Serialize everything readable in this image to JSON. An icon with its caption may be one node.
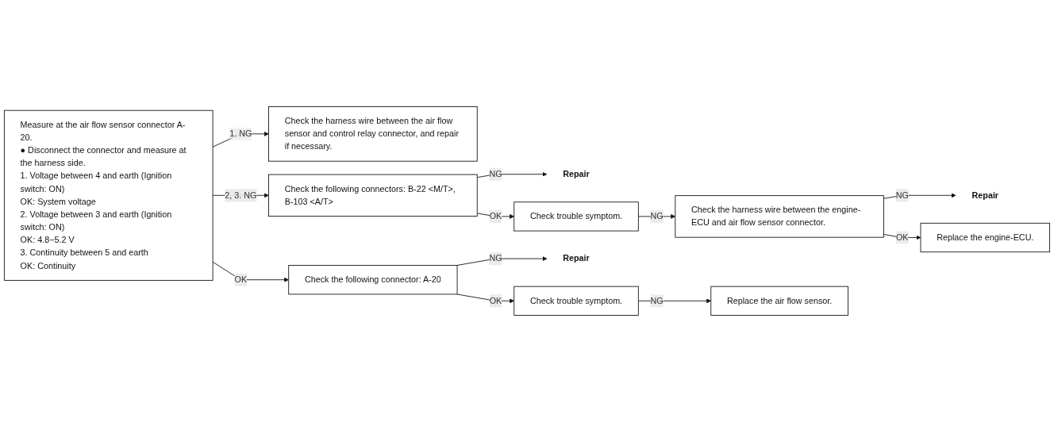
{
  "diagram": {
    "nodes": [
      {
        "text": [
          "Measure at the air flow sensor connector A-20.",
          "● Disconnect the connector and measure at the harness side.",
          "1. Voltage between 4 and earth (Ignition switch: ON)",
          "OK: System voltage",
          "2. Voltage between 3 and earth (Ignition switch: ON)",
          "OK: 4.8−5.2 V",
          "3. Continuity between 5 and earth",
          "OK: Continuity"
        ]
      },
      {
        "text": [
          "Check the harness wire between the air flow sensor and control relay connector, and repair if necessary."
        ]
      },
      {
        "text": [
          "Check the following connectors: B-22 <M/T>, B-103 <A/T>"
        ]
      },
      {
        "text": [
          "Repair"
        ]
      },
      {
        "text": [
          "Check trouble symptom."
        ]
      },
      {
        "text": [
          "Check the harness wire between the engine-ECU and air flow sensor connector."
        ]
      },
      {
        "text": [
          "Repair"
        ]
      },
      {
        "text": [
          "Replace the engine-ECU."
        ]
      },
      {
        "text": [
          "Check the following connector: A-20"
        ]
      },
      {
        "text": [
          "Repair"
        ]
      },
      {
        "text": [
          "Check trouble symptom."
        ]
      },
      {
        "text": [
          "Replace the air flow sensor."
        ]
      }
    ],
    "edges": [
      {
        "from": 0,
        "to": 1,
        "arrow": "to",
        "label": "1. NG"
      },
      {
        "from": 0,
        "to": 2,
        "arrow": "to",
        "label": "2, 3. NG"
      },
      {
        "from": 2,
        "to": 3,
        "arrow": "to",
        "label": "NG"
      },
      {
        "from": 2,
        "to": 4,
        "arrow": "to",
        "label": "OK"
      },
      {
        "from": 4,
        "to": 5,
        "arrow": "to",
        "label": "NG"
      },
      {
        "from": 5,
        "to": 6,
        "arrow": "to",
        "label": "NG"
      },
      {
        "from": 5,
        "to": 7,
        "arrow": "to",
        "label": "OK"
      },
      {
        "from": 0,
        "to": 8,
        "arrow": "to",
        "label": "OK"
      },
      {
        "from": 8,
        "to": 9,
        "arrow": "to",
        "label": "NG"
      },
      {
        "from": 8,
        "to": 10,
        "arrow": "to",
        "label": "OK"
      },
      {
        "from": 10,
        "to": 11,
        "arrow": "to",
        "label": "NG"
      }
    ]
  }
}
